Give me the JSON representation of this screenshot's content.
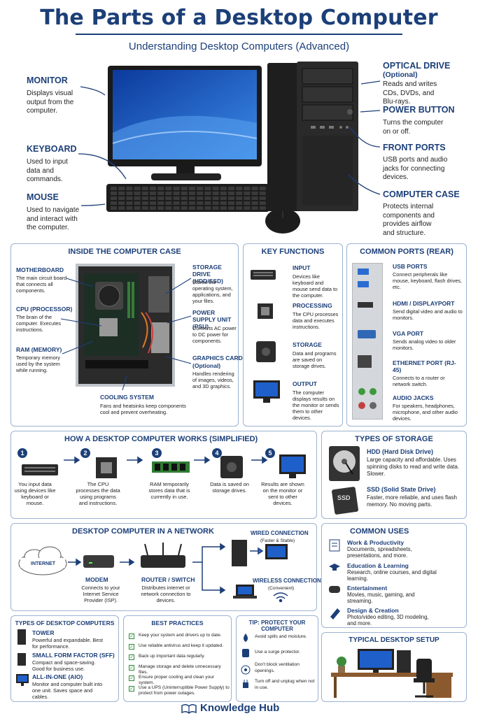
{
  "header": {
    "title": "The Parts of a Desktop Computer",
    "subtitle": "Understanding Desktop Computers (Advanced)"
  },
  "parts": {
    "monitor": {
      "label": "MONITOR",
      "desc": "Displays visual output from the computer."
    },
    "keyboard": {
      "label": "KEYBOARD",
      "desc": "Used to input data and commands."
    },
    "mouse": {
      "label": "MOUSE",
      "desc": "Used to navigate and interact with the computer."
    },
    "optical": {
      "label": "OPTICAL DRIVE",
      "note": "(Optional)",
      "desc": "Reads and writes CDs, DVDs, and Blu-rays."
    },
    "power": {
      "label": "POWER BUTTON",
      "desc": "Turns the computer on or off."
    },
    "front": {
      "label": "FRONT PORTS",
      "desc": "USB ports and audio jacks for connecting devices."
    },
    "case": {
      "label": "COMPUTER CASE",
      "desc": "Protects internal components and provides airflow and structure."
    }
  },
  "inside": {
    "title": "INSIDE THE COMPUTER CASE",
    "motherboard": {
      "label": "MOTHERBOARD",
      "desc": "The main circuit board that connects all components."
    },
    "cpu": {
      "label": "CPU (PROCESSOR)",
      "desc": "The brain of the computer. Executes instructions."
    },
    "ram": {
      "label": "RAM (MEMORY)",
      "desc": "Temporary memory used by the system while running."
    },
    "storage": {
      "label": "STORAGE DRIVE (HDD/SSD)",
      "desc": "Stores the operating system, applications, and your files."
    },
    "psu": {
      "label": "POWER SUPPLY UNIT (PSU)",
      "desc": "Converts AC power to DC power for components."
    },
    "gpu": {
      "label": "GRAPHICS CARD",
      "note": "(Optional)",
      "desc": "Handles rendering of images, videos, and 3D graphics."
    },
    "cooling": {
      "label": "COOLING SYSTEM",
      "desc": "Fans and heatsinks keep components cool and prevent overheating."
    }
  },
  "functions": {
    "title": "KEY FUNCTIONS",
    "input": {
      "label": "INPUT",
      "desc": "Devices like keyboard and mouse send data to the computer."
    },
    "processing": {
      "label": "PROCESSING",
      "desc": "The CPU processes data and executes instructions."
    },
    "storage": {
      "label": "STORAGE",
      "desc": "Data and programs are saved on storage drives."
    },
    "output": {
      "label": "OUTPUT",
      "desc": "The computer displays results on the monitor or sends them to other devices."
    }
  },
  "ports": {
    "title": "COMMON PORTS (REAR)",
    "usb": {
      "label": "USB PORTS",
      "desc": "Connect peripherals like mouse, keyboard, flash drives, etc."
    },
    "hdmi": {
      "label": "HDMI / DISPLAYPORT",
      "desc": "Send digital video and audio to monitors."
    },
    "vga": {
      "label": "VGA PORT",
      "desc": "Sends analog video to older monitors."
    },
    "eth": {
      "label": "ETHERNET PORT (RJ-45)",
      "desc": "Connects to a router or network switch."
    },
    "audio": {
      "label": "AUDIO JACKS",
      "desc": "For speakers, headphones, microphone, and other audio devices."
    }
  },
  "how": {
    "title": "HOW A DESKTOP COMPUTER WORKS (SIMPLIFIED)",
    "steps": [
      {
        "n": "1",
        "desc": "You input data using devices like keyboard or mouse."
      },
      {
        "n": "2",
        "desc": "The CPU processes the data using programs and instructions."
      },
      {
        "n": "3",
        "desc": "RAM temporarily stores data that is currently in use."
      },
      {
        "n": "4",
        "desc": "Data is saved on storage drives."
      },
      {
        "n": "5",
        "desc": "Results are shown on the monitor or sent to other devices."
      }
    ]
  },
  "types_storage": {
    "title": "TYPES OF STORAGE",
    "hdd": {
      "label": "HDD (Hard Disk Drive)",
      "desc": "Large capacity and affordable. Uses spinning disks to read and write data. Slower."
    },
    "ssd": {
      "label": "SSD (Solid State Drive)",
      "desc": "Faster, more reliable, and uses flash memory. No moving parts.",
      "icon_text": "SSD"
    }
  },
  "network": {
    "title": "DESKTOP COMPUTER IN A NETWORK",
    "internet": "INTERNET",
    "modem": {
      "label": "MODEM",
      "desc": "Connects to your Internet Service Provider (ISP)."
    },
    "router": {
      "label": "ROUTER / SWITCH",
      "desc": "Distributes internet or network connection to devices."
    },
    "wired": {
      "label": "WIRED CONNECTION",
      "note": "(Faster & Stable)"
    },
    "wireless": {
      "label": "WIRELESS CONNECTION",
      "note": "(Convenient)"
    }
  },
  "uses": {
    "title": "COMMON USES",
    "items": [
      {
        "label": "Work & Productivity",
        "desc": "Documents, spreadsheets, presentations, and more."
      },
      {
        "label": "Education & Learning",
        "desc": "Research, online courses, and digital learning."
      },
      {
        "label": "Entertainment",
        "desc": "Movies, music, gaming, and streaming."
      },
      {
        "label": "Design & Creation",
        "desc": "Photo/video editing, 3D modeling, and more."
      }
    ]
  },
  "types_pc": {
    "title": "TYPES OF DESKTOP COMPUTERS",
    "items": [
      {
        "label": "TOWER",
        "desc": "Powerful and expandable. Best for performance."
      },
      {
        "label": "SMALL FORM FACTOR (SFF)",
        "desc": "Compact and space-saving. Good for business use."
      },
      {
        "label": "ALL-IN-ONE (AIO)",
        "desc": "Monitor and computer built into one unit. Saves space and cables."
      }
    ]
  },
  "practices": {
    "title": "BEST PRACTICES",
    "items": [
      "Keep your system and drivers up to date.",
      "Use reliable antivirus and keep it updated.",
      "Back up important data regularly.",
      "Manage storage and delete unnecessary files.",
      "Ensure proper cooling and clean your system.",
      "Use a UPS (Uninterruptible Power Supply) to protect from power outages."
    ]
  },
  "tips": {
    "title": "TIP: PROTECT YOUR COMPUTER",
    "items": [
      "Avoid spills and moisture.",
      "Use a surge protector.",
      "Don't block ventilation openings.",
      "Turn off and unplug when not in use."
    ]
  },
  "setup": {
    "title": "TYPICAL DESKTOP SETUP"
  },
  "footer": {
    "brand": "Knowledge Hub"
  },
  "colors": {
    "navy": "#1c3f78",
    "screen": "#1f5fc9",
    "border": "#9cb3d2"
  }
}
